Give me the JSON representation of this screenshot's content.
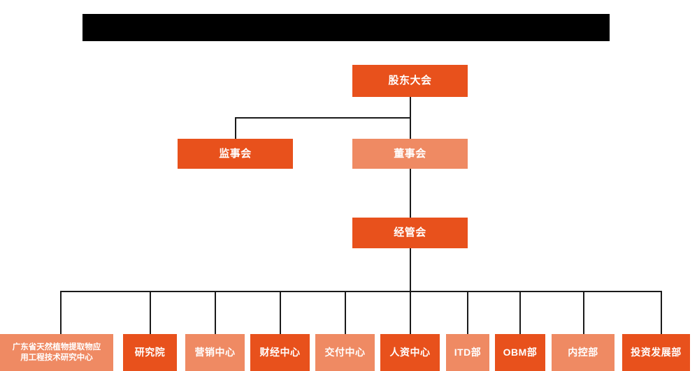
{
  "banner": {
    "redacted": true,
    "text": ""
  },
  "colors": {
    "accent_dark": "#e8511c",
    "accent_light": "#ef8a63",
    "line": "#1a1a1a",
    "banner": "#000000",
    "text": "#ffffff",
    "background": "#ffffff"
  },
  "chart_title": "",
  "levels": {
    "level1": {
      "label": "股东大会",
      "style": "dark"
    },
    "level2": [
      {
        "label": "监事会",
        "style": "dark"
      },
      {
        "label": "董事会",
        "style": "light"
      }
    ],
    "level3": {
      "label": "经管会",
      "style": "dark"
    },
    "level4": [
      {
        "label": "广东省天然植物提取物应\n用工程技术研究中心",
        "line1": "广东省天然植物提取物应",
        "line2": "用工程技术研究中心",
        "style": "light"
      },
      {
        "label": "研究院",
        "style": "dark"
      },
      {
        "label": "营销中心",
        "style": "light"
      },
      {
        "label": "财经中心",
        "style": "dark"
      },
      {
        "label": "交付中心",
        "style": "light"
      },
      {
        "label": "人资中心",
        "style": "dark"
      },
      {
        "label": "ITD部",
        "style": "light"
      },
      {
        "label": "OBM部",
        "style": "dark"
      },
      {
        "label": "内控部",
        "style": "light"
      },
      {
        "label": "投资发展部",
        "style": "dark"
      }
    ]
  }
}
